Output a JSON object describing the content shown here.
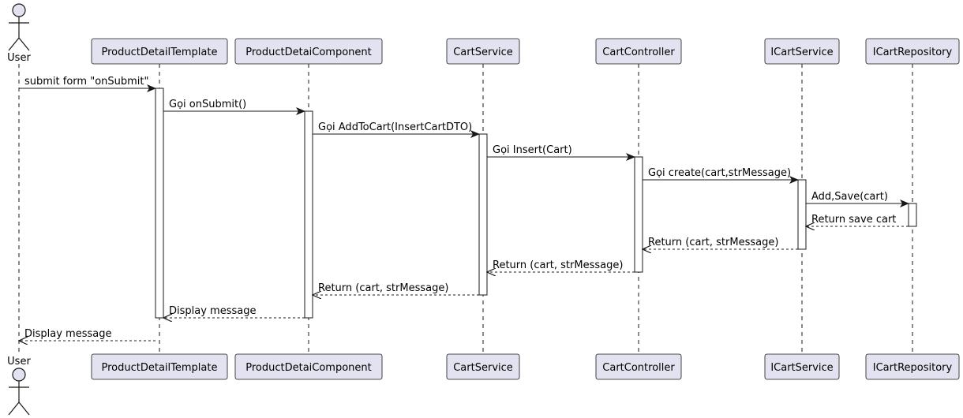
{
  "participants": [
    {
      "id": "user",
      "label": "User",
      "kind": "actor"
    },
    {
      "id": "tmpl",
      "label": "ProductDetailTemplate",
      "kind": "participant"
    },
    {
      "id": "comp",
      "label": "ProductDetaiComponent",
      "kind": "participant"
    },
    {
      "id": "csvc",
      "label": "CartService",
      "kind": "participant"
    },
    {
      "id": "ctrl",
      "label": "CartController",
      "kind": "participant"
    },
    {
      "id": "icsvc",
      "label": "ICartService",
      "kind": "participant"
    },
    {
      "id": "irepo",
      "label": "ICartRepository",
      "kind": "participant"
    }
  ],
  "messages": [
    {
      "from": "user",
      "to": "tmpl",
      "label": "submit form \"onSubmit\"",
      "type": "sync"
    },
    {
      "from": "tmpl",
      "to": "comp",
      "label": "Gọi onSubmit()",
      "type": "sync"
    },
    {
      "from": "comp",
      "to": "csvc",
      "label": "Gọi AddToCart(InsertCartDTO)",
      "type": "sync"
    },
    {
      "from": "csvc",
      "to": "ctrl",
      "label": "Gọi Insert(Cart)",
      "type": "sync"
    },
    {
      "from": "ctrl",
      "to": "icsvc",
      "label": "Gọi create(cart,strMessage)",
      "type": "sync"
    },
    {
      "from": "icsvc",
      "to": "irepo",
      "label": "Add,Save(cart)",
      "type": "sync"
    },
    {
      "from": "irepo",
      "to": "icsvc",
      "label": "Return save cart",
      "type": "return"
    },
    {
      "from": "icsvc",
      "to": "ctrl",
      "label": "Return (cart, strMessage)",
      "type": "return"
    },
    {
      "from": "ctrl",
      "to": "csvc",
      "label": "Return (cart, strMessage)",
      "type": "return"
    },
    {
      "from": "csvc",
      "to": "comp",
      "label": "Return (cart, strMessage)",
      "type": "return"
    },
    {
      "from": "comp",
      "to": "tmpl",
      "label": "Display message",
      "type": "return"
    },
    {
      "from": "tmpl",
      "to": "user",
      "label": "Display message",
      "type": "return"
    }
  ],
  "colors": {
    "participant_fill": "#e2e2f0",
    "participant_border": "#181818",
    "lifeline": "#181818",
    "activation_fill": "#ffffff",
    "line": "#181818"
  }
}
